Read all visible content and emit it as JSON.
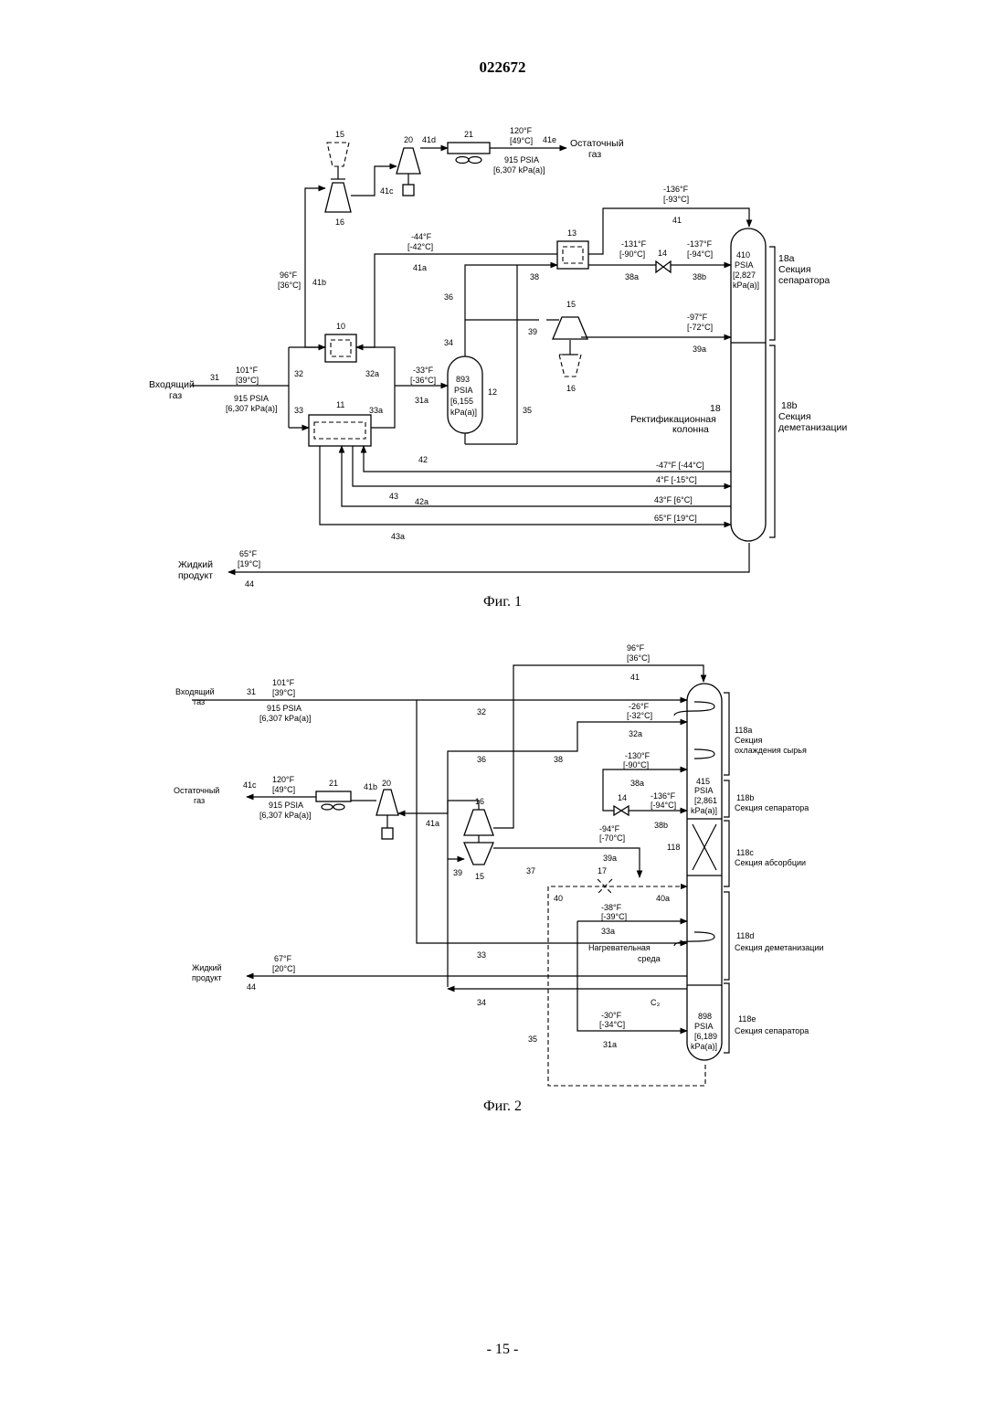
{
  "header": {
    "patent_number": "022672"
  },
  "footer": {
    "page_number": "- 15 -"
  },
  "fig1": {
    "caption": "Фиг. 1",
    "inlet_gas": "Входящий газ",
    "inlet_gas_l1": "Входящий",
    "inlet_gas_l2": "газ",
    "stream_31": "31",
    "inlet_temp_f": "101°F",
    "inlet_temp_c": "[39°C]",
    "inlet_pressure": "915 PSIA",
    "inlet_pressure_kpa": "[6,307 kPa(a)]",
    "residue_gas": "Остаточный газ",
    "residue_l1": "Остаточный",
    "residue_l2": "газ",
    "residue_temp_f": "120°F",
    "residue_temp_c": "[49°C]",
    "residue_pressure": "915 PSIA",
    "residue_pressure_kpa": "[6,307 kPa(a)]",
    "liquid_product": "Жидкий продукт",
    "liquid_l1": "Жидкий",
    "liquid_l2": "продукт",
    "liquid_temp_f": "65°F",
    "liquid_temp_c": "[19°C]",
    "separator_pressure": "893",
    "separator_psia": "PSIA",
    "separator_kpa1": "[6,155",
    "separator_kpa2": "kPa(a)]",
    "column_pressure": "410",
    "column_psia": "PSIA",
    "column_kpa1": "[2,827",
    "column_kpa2": "kPa(a)]",
    "column_name_l1": "Ректификационная",
    "column_name_l2": "колонна",
    "section_18a": "18a",
    "section_18a_l1": "Секция",
    "section_18a_l2": "сепаратора",
    "section_18b": "18b",
    "section_18b_l1": "Секция",
    "section_18b_l2": "деметанизации",
    "equipment": {
      "e10": "10",
      "e11": "11",
      "e12": "12",
      "e13": "13",
      "e14": "14",
      "e15a": "15",
      "e15b": "15",
      "e16a": "16",
      "e16b": "16",
      "e18": "18",
      "e20": "20",
      "e21": "21"
    },
    "streams": {
      "s32": "32",
      "s32a": "32a",
      "s33": "33",
      "s33a": "33a",
      "s31a": "31a",
      "s34": "34",
      "s35": "35",
      "s36": "36",
      "s38": "38",
      "s38a": "38a",
      "s38b": "38b",
      "s39": "39",
      "s39a": "39a",
      "s41": "41",
      "s41a": "41a",
      "s41b": "41b",
      "s41c": "41c",
      "s41d": "41d",
      "s41e": "41e",
      "s42": "42",
      "s42a": "42a",
      "s43": "43",
      "s43a": "43a",
      "s44": "44"
    },
    "temps": {
      "t41_f": "-136°F",
      "t41_c": "[-93°C]",
      "t41a_f": "-44°F",
      "t41a_c": "[-42°C]",
      "t41b_f": "96°F",
      "t41b_c": "[36°C]",
      "t38a_f": "-131°F",
      "t38a_c": "[-90°C]",
      "t38b_f": "-137°F",
      "t38b_c": "[-94°C]",
      "t39a_f": "-97°F",
      "t39a_c": "[-72°C]",
      "t31a_f": "-33°F",
      "t31a_c": "[-36°C]",
      "t42": "-47°F [-44°C]",
      "t42a": "4°F [-15°C]",
      "t43": "43°F [6°C]",
      "t43a": "65°F [19°C]"
    }
  },
  "fig2": {
    "caption": "Фиг. 2",
    "inlet_l1": "Входящий",
    "inlet_l2": "газ",
    "stream_31": "31",
    "inlet_temp_f": "101°F",
    "inlet_temp_c": "[39°C]",
    "inlet_pressure": "915 PSIA",
    "inlet_pressure_kpa": "[6,307 kPa(a)]",
    "residue_l1": "Остаточный",
    "residue_l2": "газ",
    "residue_temp_f": "120°F",
    "residue_temp_c": "[49°C]",
    "residue_pressure": "915 PSIA",
    "residue_pressure_kpa": "[6,307 kPa(a)]",
    "liquid_l1": "Жидкий",
    "liquid_l2": "продукт",
    "liquid_temp_f": "67°F",
    "liquid_temp_c": "[20°C]",
    "heating_l1": "Нагревательная",
    "heating_l2": "среда",
    "c3": "C₃",
    "top_pressure": "415",
    "top_psia": "PSIA",
    "top_kpa1": "[2,861",
    "top_kpa2": "kPa(a)]",
    "bottom_pressure": "898",
    "bottom_psia": "PSIA",
    "bottom_kpa1": "[6,189",
    "bottom_kpa2": "kPa(a)]",
    "s118a": "118a",
    "s118a_l1": "Секция",
    "s118a_l2": "охлаждения сырья",
    "s118b": "118b",
    "s118b_l1": "Секция сепаратора",
    "s118c": "118c",
    "s118c_l1": "Секция абсорбции",
    "s118d": "118d",
    "s118d_l1": "Секция деметанизации",
    "s118e": "118e",
    "s118e_l1": "Секция сепаратора",
    "equipment": {
      "e14": "14",
      "e15": "15",
      "e16": "16",
      "e17": "17",
      "e20": "20",
      "e21": "21",
      "e118": "118"
    },
    "streams": {
      "s31a": "31a",
      "s32": "32",
      "s32a": "32a",
      "s33": "33",
      "s33a": "33a",
      "s34": "34",
      "s35": "35",
      "s36": "36",
      "s37": "37",
      "s38": "38",
      "s38a": "38a",
      "s38b": "38b",
      "s39": "39",
      "s39a": "39a",
      "s40": "40",
      "s40a": "40a",
      "s41": "41",
      "s41a": "41a",
      "s41b": "41b",
      "s41c": "41c",
      "s44": "44"
    },
    "temps": {
      "t41_f": "96°F",
      "t41_c": "[36°C]",
      "t32a_f": "-26°F",
      "t32a_c": "[-32°C]",
      "t38a_f": "-130°F",
      "t38a_c": "[-90°C]",
      "t38b_f": "-136°F",
      "t38b_c": "[-94°C]",
      "t39a_f": "-94°F",
      "t39a_c": "[-70°C]",
      "t33a_f": "-38°F",
      "t33a_c": "[-39°C]",
      "t31a_f": "-30°F",
      "t31a_c": "[-34°C]"
    }
  }
}
